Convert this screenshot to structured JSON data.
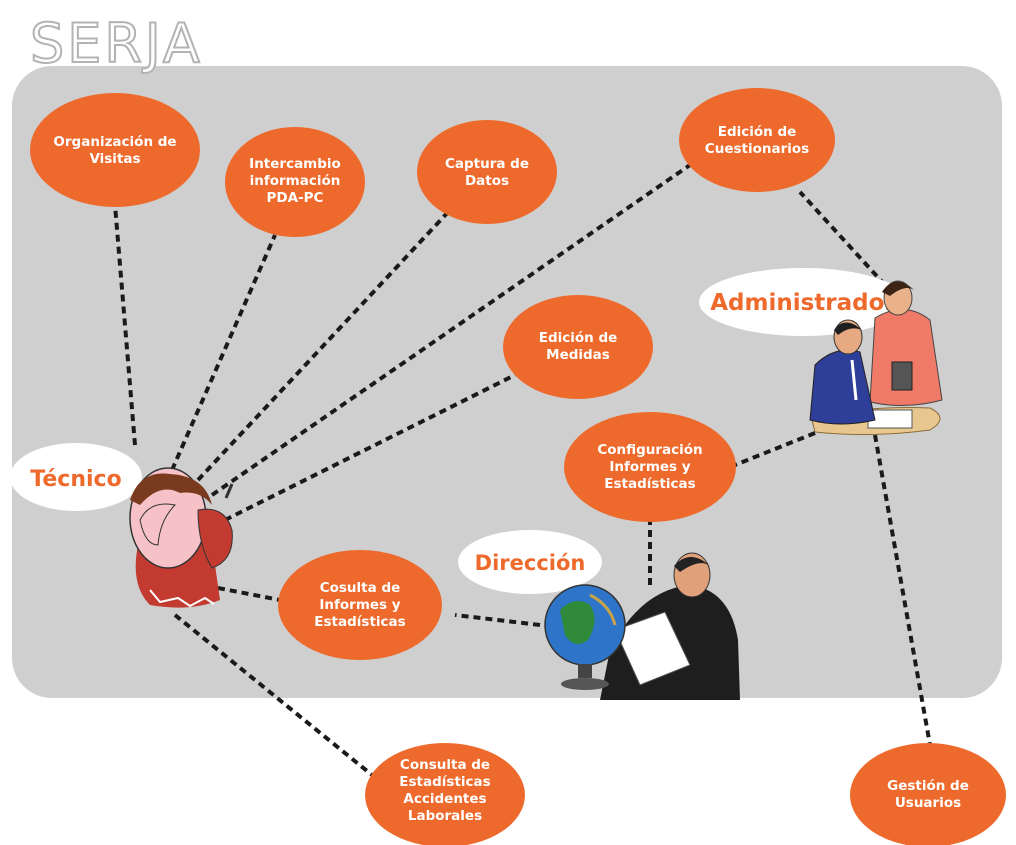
{
  "title": "SERJA",
  "colors": {
    "panel": "#cfcfcf",
    "node": "#ee6a2c",
    "node_text": "#ffffff",
    "role_text": "#ee6a2c",
    "link": "#1a1a1a"
  },
  "roles": [
    {
      "id": "tecnico",
      "label": "Técnico"
    },
    {
      "id": "administrador",
      "label": "Administrador"
    },
    {
      "id": "direccion",
      "label": "Dirección"
    }
  ],
  "nodes": [
    {
      "id": "organizacion",
      "lines": [
        "Organización de",
        "Visitas"
      ]
    },
    {
      "id": "intercambio",
      "lines": [
        "Intercambio",
        "información",
        "PDA-PC"
      ]
    },
    {
      "id": "captura",
      "lines": [
        "Captura de",
        "Datos"
      ]
    },
    {
      "id": "edicion-cuestionarios",
      "lines": [
        "Edición de",
        "Cuestionarios"
      ]
    },
    {
      "id": "edicion-medidas",
      "lines": [
        "Edición de",
        "Medidas"
      ]
    },
    {
      "id": "configuracion",
      "lines": [
        "Configuración",
        "Informes y",
        "Estadísticas"
      ]
    },
    {
      "id": "cosulta-informes",
      "lines": [
        "Cosulta de",
        "Informes y",
        "Estadísticas"
      ]
    },
    {
      "id": "consulta-accidentes",
      "lines": [
        "Consulta de",
        "Estadísticas",
        "Accidentes",
        "Laborales"
      ]
    },
    {
      "id": "gestion-usuarios",
      "lines": [
        "Gestión de",
        "Usuarios"
      ]
    }
  ],
  "links": [
    [
      "tecnico",
      "organizacion"
    ],
    [
      "tecnico",
      "intercambio"
    ],
    [
      "tecnico",
      "captura"
    ],
    [
      "tecnico",
      "edicion-cuestionarios"
    ],
    [
      "tecnico",
      "edicion-medidas"
    ],
    [
      "tecnico",
      "cosulta-informes"
    ],
    [
      "tecnico",
      "consulta-accidentes"
    ],
    [
      "direccion",
      "cosulta-informes"
    ],
    [
      "direccion",
      "configuracion"
    ],
    [
      "administrador",
      "configuracion"
    ],
    [
      "administrador",
      "edicion-cuestionarios"
    ],
    [
      "administrador",
      "gestion-usuarios"
    ]
  ]
}
